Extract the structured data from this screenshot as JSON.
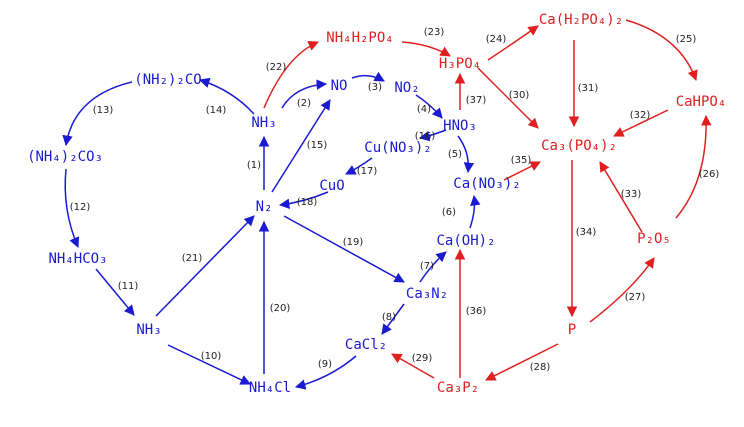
{
  "colors": {
    "nitrogen": "#1a1ad0",
    "phosphorus": "#e02020",
    "label": "#222222"
  },
  "nodes": {
    "urea": "(NH₂)₂CO",
    "ammonium_carbonate": "(NH₄)₂CO₃",
    "ammonium_bicarbonate": "NH₄HCO₃",
    "ammonia_left": "NH₃",
    "ammonia_top": "NH₃",
    "ammonium_chloride": "NH₄Cl",
    "nitrogen": "N₂",
    "nitric_oxide": "NO",
    "nitrogen_dioxide": "NO₂",
    "nitric_acid": "HNO₃",
    "copper_nitrate": "Cu(NO₃)₂",
    "copper_oxide": "CuO",
    "calcium_nitrate": "Ca(NO₃)₂",
    "calcium_hydroxide": "Ca(OH)₂",
    "calcium_nitride": "Ca₃N₂",
    "calcium_chloride": "CaCl₂",
    "calcium_phosphide": "Ca₃P₂",
    "ammonium_dihydrogen_phosphate": "NH₄H₂PO₄",
    "phosphoric_acid": "H₃PO₄",
    "calcium_dihydrogen_phosphate": "Ca(H₂PO₄)₂",
    "calcium_hydrogen_phosphate": "CaHPO₄",
    "calcium_phosphate": "Ca₃(PO₄)₂",
    "phosphorus_pentoxide": "P₂O₅",
    "phosphorus": "P"
  },
  "edges": {
    "e1": "(1)",
    "e2": "(2)",
    "e3": "(3)",
    "e4": "(4)",
    "e5": "(5)",
    "e6": "(6)",
    "e7": "(7)",
    "e8": "(8)",
    "e9": "(9)",
    "e10": "(10)",
    "e11": "(11)",
    "e12": "(12)",
    "e13": "(13)",
    "e14": "(14)",
    "e15": "(15)",
    "e16": "(16)",
    "e17": "(17)",
    "e18": "(18)",
    "e19": "(19)",
    "e20": "(20)",
    "e21": "(21)",
    "e22": "(22)",
    "e23": "(23)",
    "e24": "(24)",
    "e25": "(25)",
    "e26": "(26)",
    "e27": "(27)",
    "e28": "(28)",
    "e29": "(29)",
    "e30": "(30)",
    "e31": "(31)",
    "e32": "(32)",
    "e33": "(33)",
    "e34": "(34)",
    "e35": "(35)",
    "e36": "(36)",
    "e37": "(37)"
  }
}
